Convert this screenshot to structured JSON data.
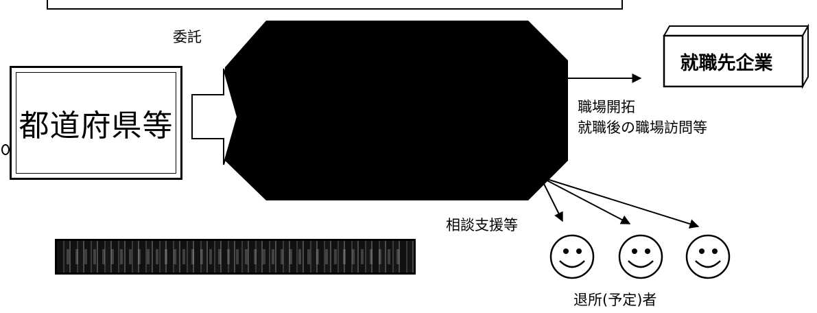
{
  "diagram": {
    "commission_label": "委託",
    "prefecture_box": {
      "label": "都道府県等"
    },
    "company_box": {
      "label": "就職先企業"
    },
    "company_arrow_labels": [
      "職場開拓",
      "就職後の職場訪問等"
    ],
    "consultation_label": "相談支援等",
    "persons_label": "退所(予定)者",
    "person_count": 3
  },
  "colors": {
    "ink": "#000000",
    "background": "#ffffff",
    "box_side": "#f2f2f2"
  }
}
